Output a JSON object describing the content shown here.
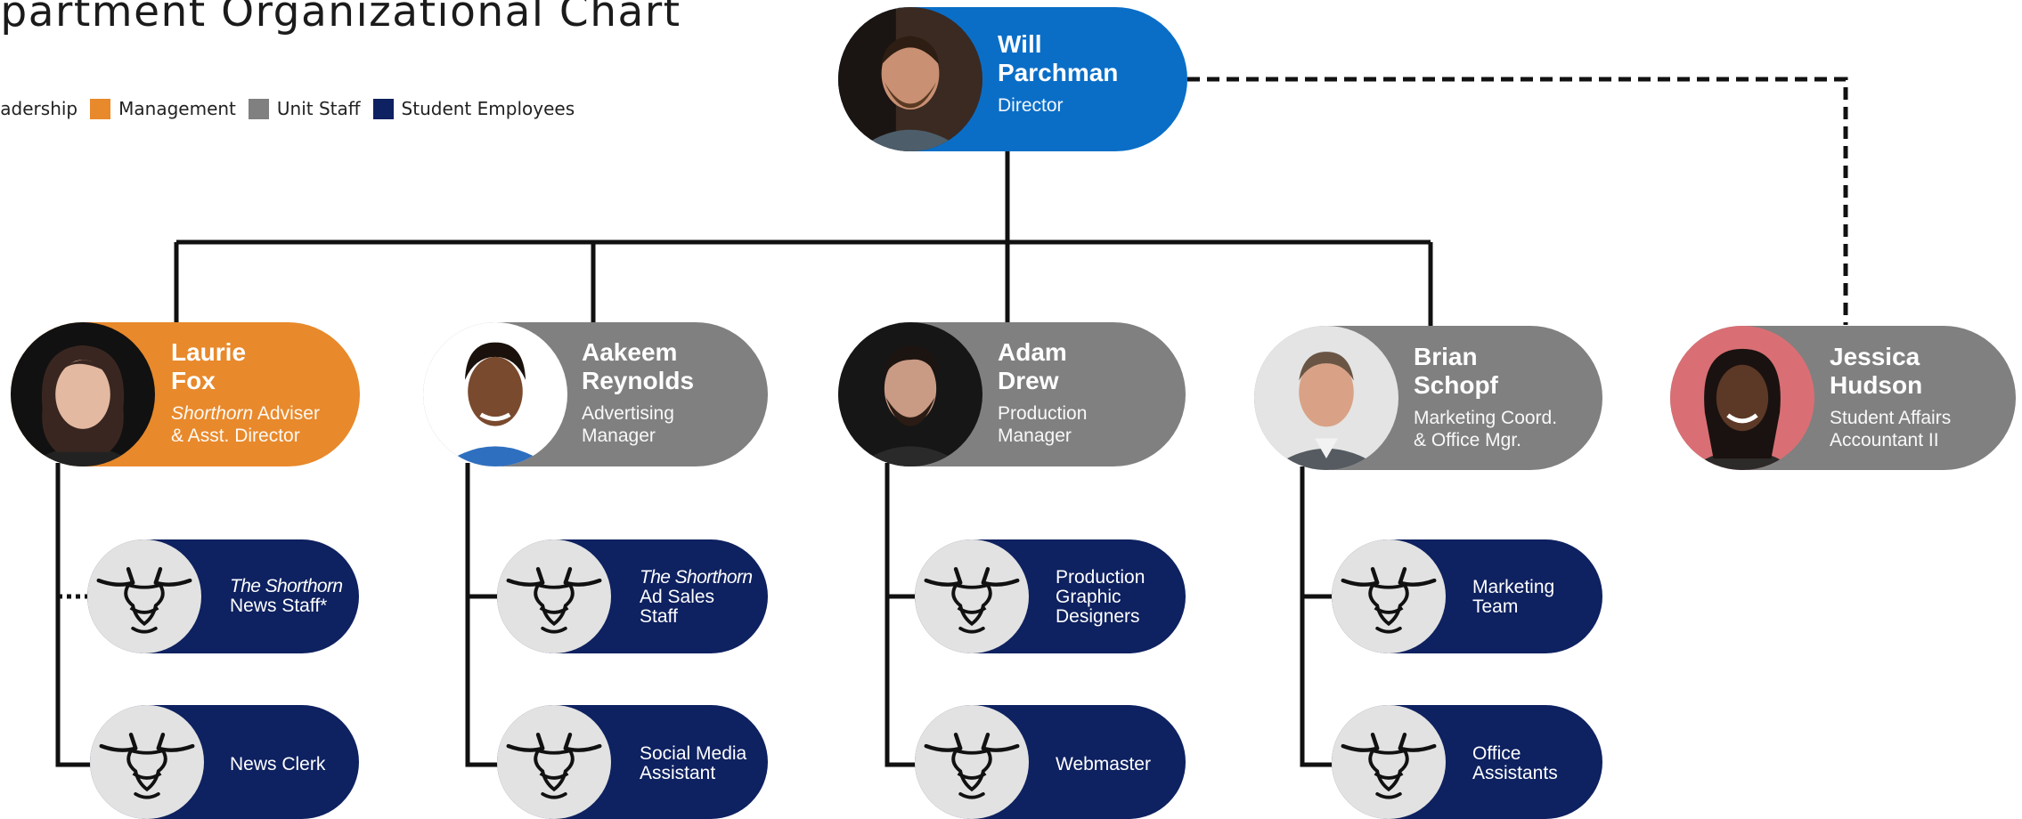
{
  "title": "epartment Organizational Chart",
  "legend": [
    {
      "label": "eadership",
      "color": "#0a6ec7"
    },
    {
      "label": "Management",
      "color": "#e8892b"
    },
    {
      "label": "Unit Staff",
      "color": "#808080"
    },
    {
      "label": "Student Employees",
      "color": "#0e2160"
    }
  ],
  "director": {
    "name_line1": "Will",
    "name_line2": "Parchman",
    "role_line1": "Director",
    "role_line2": ""
  },
  "managers": [
    {
      "name_line1": "Laurie",
      "name_line2": "Fox",
      "role_em": "Shorthorn",
      "role_line1": " Adviser",
      "role_line2": "& Asst. Director"
    },
    {
      "name_line1": "Aakeem",
      "name_line2": "Reynolds",
      "role_em": "",
      "role_line1": "Advertising",
      "role_line2": "Manager"
    },
    {
      "name_line1": "Adam",
      "name_line2": "Drew",
      "role_em": "",
      "role_line1": "Production",
      "role_line2": "Manager"
    },
    {
      "name_line1": "Brian",
      "name_line2": "Schopf",
      "role_em": "",
      "role_line1": "Marketing Coord.",
      "role_line2": "& Office Mgr."
    },
    {
      "name_line1": "Jessica",
      "name_line2": "Hudson",
      "role_em": "",
      "role_line1": "Student Affairs",
      "role_line2": "Accountant II"
    }
  ],
  "student_teams": [
    {
      "line1": "The Shorthorn",
      "line1_italic": true,
      "line2": "News Staff*",
      "line3": ""
    },
    {
      "line1": "News Clerk",
      "line1_italic": false,
      "line2": "",
      "line3": ""
    },
    {
      "line1": "The Shorthorn",
      "line1_italic": true,
      "line2": "Ad Sales",
      "line3": "Staff"
    },
    {
      "line1": "Social Media",
      "line1_italic": false,
      "line2": "Assistant",
      "line3": ""
    },
    {
      "line1": "Production",
      "line1_italic": false,
      "line2": "Graphic",
      "line3": "Designers"
    },
    {
      "line1": "Webmaster",
      "line1_italic": false,
      "line2": "",
      "line3": ""
    },
    {
      "line1": "Marketing",
      "line1_italic": false,
      "line2": "Team",
      "line3": ""
    },
    {
      "line1": "Office",
      "line1_italic": false,
      "line2": "Assistants",
      "line3": ""
    }
  ],
  "colors": {
    "leadership": "#0a6ec7",
    "management": "#e8892b",
    "unit_staff": "#808080",
    "student": "#0e2160",
    "emblem_bg": "#e2e2e2",
    "line": "#111111"
  },
  "icons": {
    "photo": "person-photo",
    "emblem": "longhorn-bull-icon"
  }
}
